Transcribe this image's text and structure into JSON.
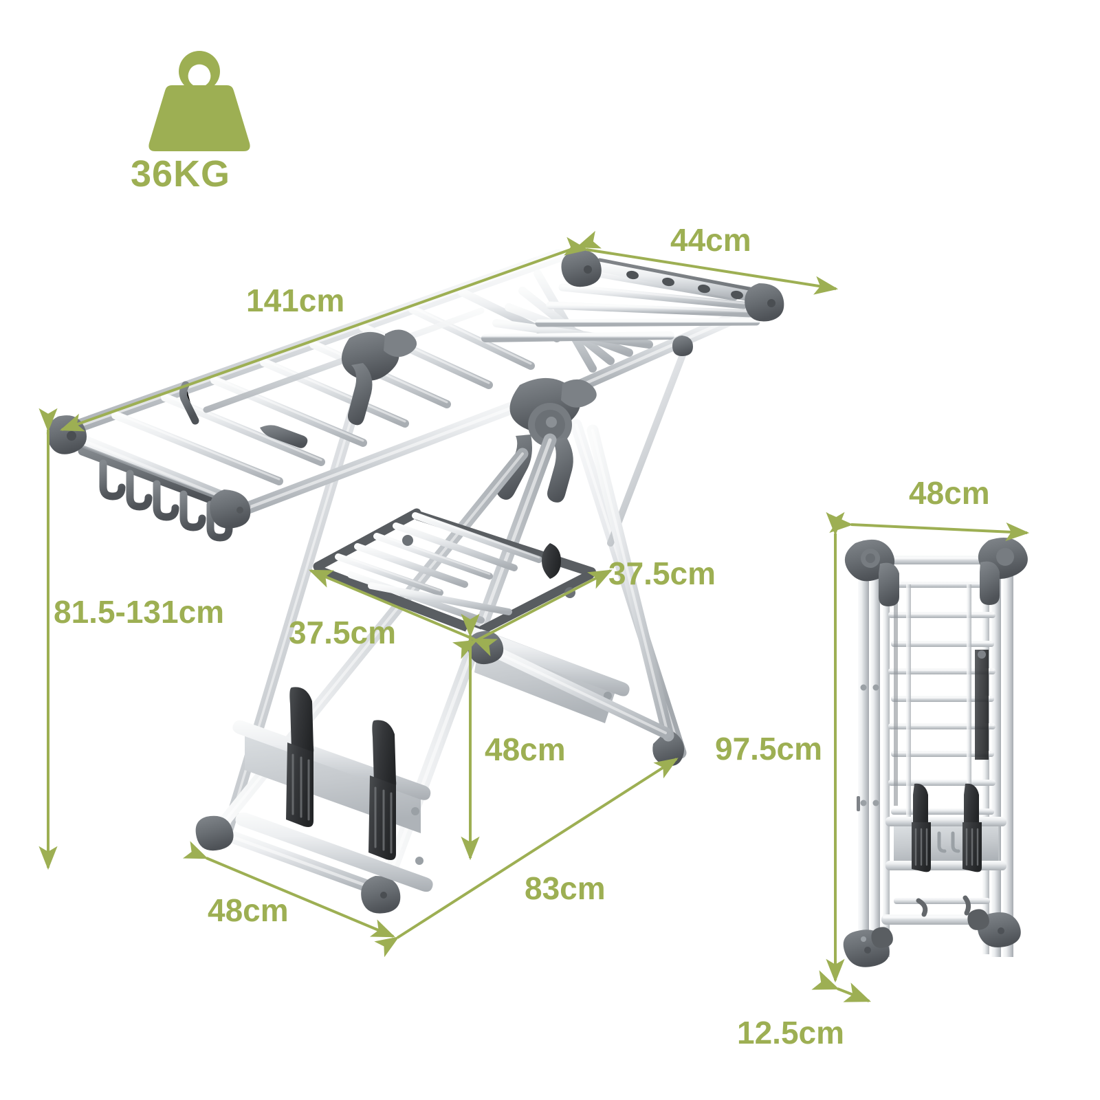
{
  "product": {
    "type": "clothes-drying-rack",
    "view_main": "unfolded-winged-drying-rack",
    "view_secondary": "folded-drying-rack"
  },
  "weight_badge": {
    "icon": "weight-icon",
    "label": "36KG",
    "color": "#9DAF53"
  },
  "colors": {
    "dimension_green": "#9DAF53",
    "metal_light": "#F2F3F4",
    "metal_mid": "#D8DBDE",
    "metal_shadow": "#B7BCC1",
    "plastic_dark": "#6C7176",
    "plastic_darker": "#55595E",
    "plastic_black": "#3A3C3F",
    "panel_gray": "#C9CDD0",
    "background": "#FFFFFF"
  },
  "dimensions": {
    "main_view": [
      {
        "id": "width-total",
        "label": "141cm",
        "orientation": "diagonal"
      },
      {
        "id": "wing-depth",
        "label": "44cm",
        "orientation": "diagonal"
      },
      {
        "id": "height-range",
        "label": "81.5-131cm",
        "orientation": "vertical"
      },
      {
        "id": "wing-left-span",
        "label": "37.5cm",
        "orientation": "diagonal"
      },
      {
        "id": "wing-right-span",
        "label": "37.5cm",
        "orientation": "diagonal"
      },
      {
        "id": "shelf-height",
        "label": "48cm",
        "orientation": "vertical"
      },
      {
        "id": "foot-width",
        "label": "48cm",
        "orientation": "diagonal"
      },
      {
        "id": "foot-depth",
        "label": "83cm",
        "orientation": "diagonal"
      }
    ],
    "folded_view": [
      {
        "id": "folded-width",
        "label": "48cm",
        "orientation": "horizontal"
      },
      {
        "id": "folded-height",
        "label": "97.5cm",
        "orientation": "vertical"
      },
      {
        "id": "folded-depth",
        "label": "12.5cm",
        "orientation": "diagonal"
      }
    ]
  },
  "features": {
    "hook_count": 5,
    "shoe_clip_count": 2,
    "main_wing_bars": 8,
    "folded_bars": 9
  }
}
